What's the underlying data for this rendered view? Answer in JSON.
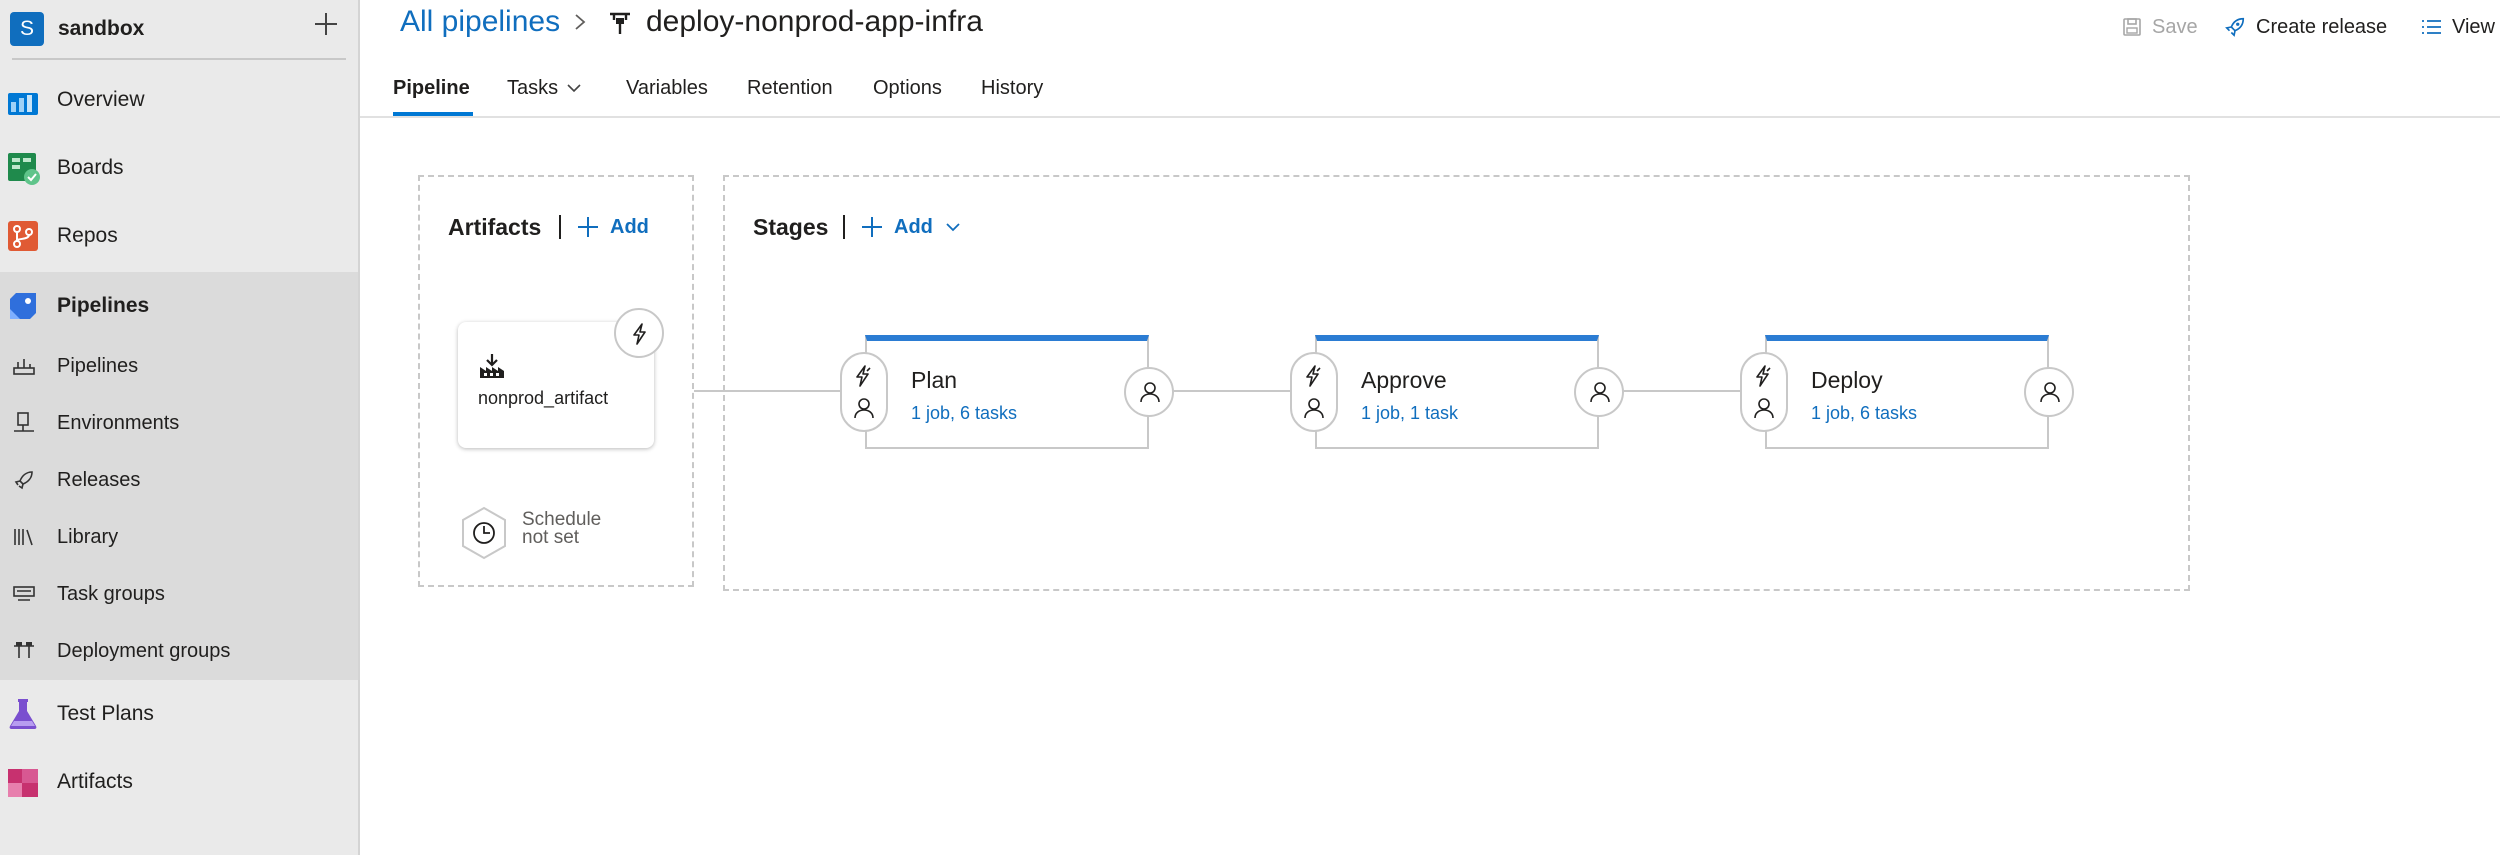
{
  "org": {
    "initial": "S",
    "name": "sandbox"
  },
  "nav": {
    "overview": "Overview",
    "boards": "Boards",
    "repos": "Repos",
    "pipelines": "Pipelines",
    "sub": {
      "pipelines": "Pipelines",
      "environments": "Environments",
      "releases": "Releases",
      "library": "Library",
      "task_groups": "Task groups",
      "deployment_groups": "Deployment groups"
    },
    "test_plans": "Test Plans",
    "artifacts": "Artifacts"
  },
  "header": {
    "breadcrumb": "All pipelines",
    "title": "deploy-nonprod-app-infra",
    "actions": {
      "save": "Save",
      "create_release": "Create release",
      "view": "View"
    }
  },
  "tabs": {
    "pipeline": "Pipeline",
    "tasks": "Tasks",
    "variables": "Variables",
    "retention": "Retention",
    "options": "Options",
    "history": "History",
    "active": "Pipeline"
  },
  "artifacts_panel": {
    "title": "Artifacts",
    "add_label": "Add",
    "artifact_name": "nonprod_artifact",
    "schedule_line1": "Schedule",
    "schedule_line2": "not set"
  },
  "stages_panel": {
    "title": "Stages",
    "add_label": "Add",
    "stages": [
      {
        "name": "Plan",
        "summary": "1 job, 6 tasks"
      },
      {
        "name": "Approve",
        "summary": "1 job, 1 task"
      },
      {
        "name": "Deploy",
        "summary": "1 job, 6 tasks"
      }
    ]
  },
  "colors": {
    "accent": "#0078d4",
    "link": "#106ebe",
    "stage_bar": "#2b7cd3",
    "sidebar_bg": "#eaeaea"
  }
}
